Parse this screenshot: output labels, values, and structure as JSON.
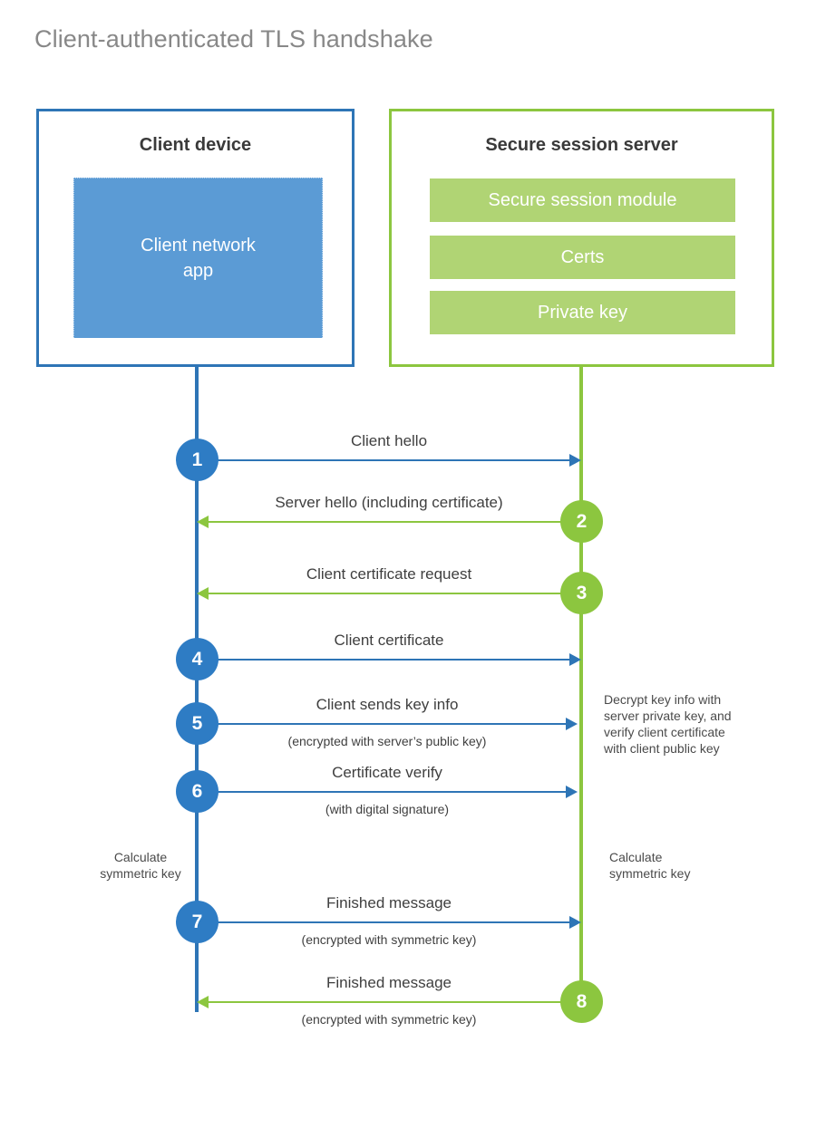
{
  "title": "Client-authenticated TLS handshake",
  "colors": {
    "client_border": "#2e75b6",
    "client_fill": "#5b9bd5",
    "client_circle": "#2e7cc4",
    "server_border": "#8cc63f",
    "server_fill": "#b0d474",
    "server_circle": "#8cc63f",
    "title_text": "#888888",
    "body_text": "#3f3f3f"
  },
  "actors": {
    "client": {
      "title": "Client device",
      "blocks": [
        {
          "label": "Client network\napp"
        }
      ]
    },
    "server": {
      "title": "Secure session server",
      "blocks": [
        {
          "label": "Secure session module"
        },
        {
          "label": "Certs"
        },
        {
          "label": "Private key"
        }
      ]
    }
  },
  "steps": [
    {
      "number": "1",
      "label": "Client hello",
      "sublabel": "",
      "direction": "client-to-server",
      "side": "client"
    },
    {
      "number": "2",
      "label": "Server hello (including certificate)",
      "sublabel": "",
      "direction": "server-to-client",
      "side": "server"
    },
    {
      "number": "3",
      "label": "Client certificate request",
      "sublabel": "",
      "direction": "server-to-client",
      "side": "server"
    },
    {
      "number": "4",
      "label": "Client certificate",
      "sublabel": "",
      "direction": "client-to-server",
      "side": "client"
    },
    {
      "number": "5",
      "label": "Client sends key info",
      "sublabel": "(encrypted with server’s public key)",
      "direction": "client-to-server",
      "side": "client"
    },
    {
      "number": "6",
      "label": "Certificate verify",
      "sublabel": "(with digital signature)",
      "direction": "client-to-server",
      "side": "client"
    },
    {
      "number": "7",
      "label": "Finished message",
      "sublabel": "(encrypted with symmetric key)",
      "direction": "client-to-server",
      "side": "client"
    },
    {
      "number": "8",
      "label": "Finished message",
      "sublabel": "(encrypted with symmetric key)",
      "direction": "server-to-client",
      "side": "server"
    }
  ],
  "notes": {
    "server_decrypt": "Decrypt key info with\nserver private key, and\nverify client certificate\nwith client public key",
    "client_calculate": "Calculate\nsymmetric key",
    "server_calculate": "Calculate\nsymmetric key"
  }
}
